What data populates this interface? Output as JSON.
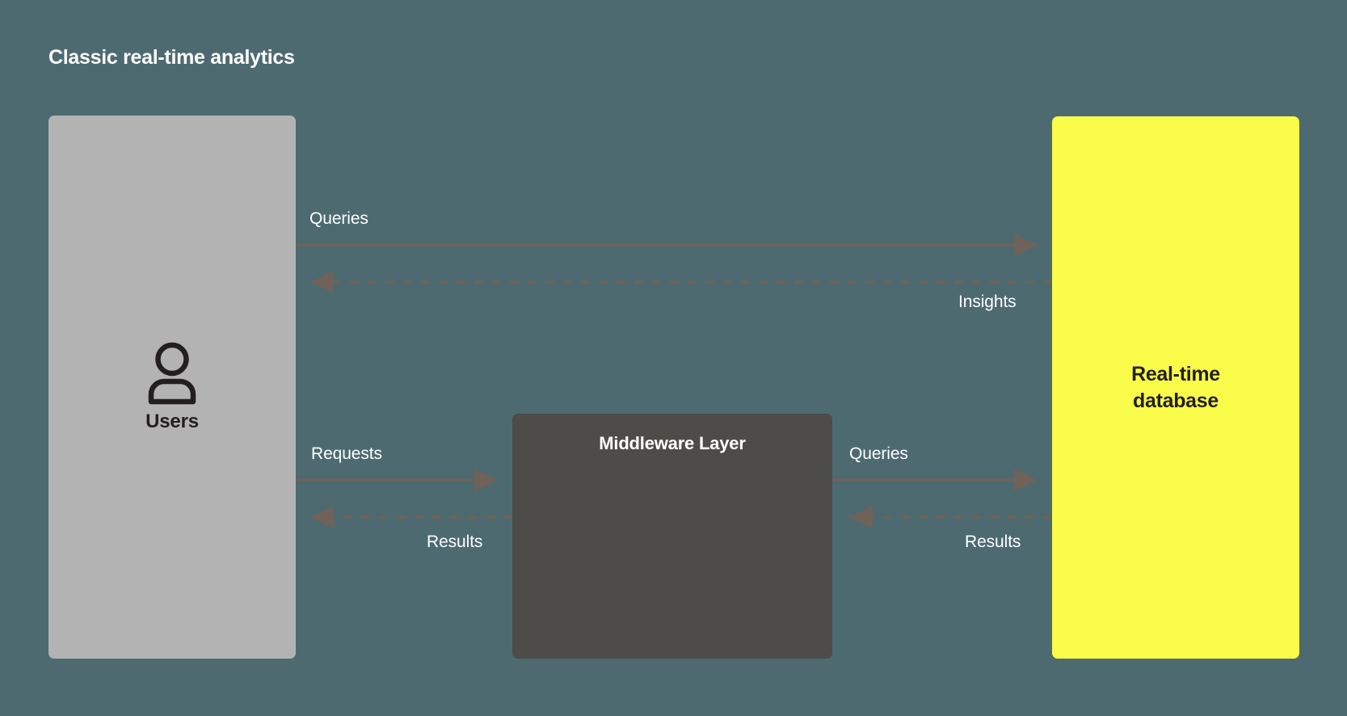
{
  "diagram": {
    "title": "Classic real-time analytics",
    "background_color": "#4d6a71",
    "connector_color": "#6e6259",
    "nodes": [
      {
        "id": "users",
        "label": "Users",
        "icon": "user-icon",
        "fill": "#b3b3b3",
        "text_color": "#231f20"
      },
      {
        "id": "middleware",
        "label": "Middleware Layer",
        "fill": "#4d4c49",
        "text_color": "#ffffff"
      },
      {
        "id": "database",
        "label_line1": "Real-time",
        "label_line2": "database",
        "fill": "#f9fc49",
        "text_color": "#231f20"
      }
    ],
    "edges": [
      {
        "id": "queries-top",
        "label": "Queries",
        "from": "users",
        "to": "database",
        "style": "solid",
        "direction": "right"
      },
      {
        "id": "insights",
        "label": "Insights",
        "from": "database",
        "to": "users",
        "style": "dashed",
        "direction": "left"
      },
      {
        "id": "requests",
        "label": "Requests",
        "from": "users",
        "to": "middleware",
        "style": "solid",
        "direction": "right"
      },
      {
        "id": "results-left",
        "label": "Results",
        "from": "middleware",
        "to": "users",
        "style": "dashed",
        "direction": "left"
      },
      {
        "id": "queries-mid",
        "label": "Queries",
        "from": "middleware",
        "to": "database",
        "style": "solid",
        "direction": "right"
      },
      {
        "id": "results-right",
        "label": "Results",
        "from": "database",
        "to": "middleware",
        "style": "dashed",
        "direction": "left"
      }
    ]
  }
}
